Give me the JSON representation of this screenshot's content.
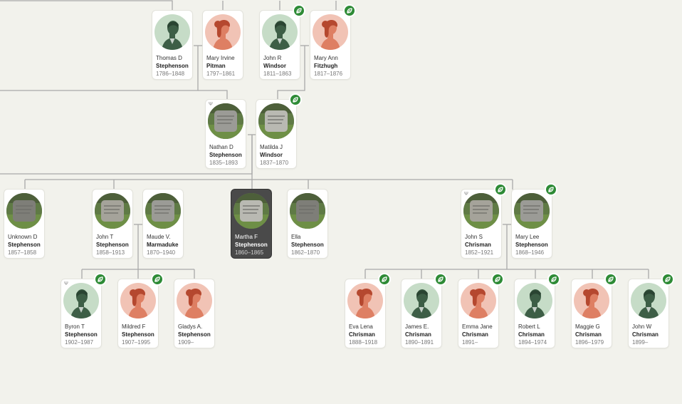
{
  "colors": {
    "background": "#f2f2ec",
    "connector": "#a9a9a9",
    "hint_badge": "#2e8b36",
    "male_portrait_bg": "#c6dcc7",
    "female_portrait_bg": "#f1c3b5",
    "selected_card": "#4a4a4a"
  },
  "people": {
    "thomas": {
      "given": "Thomas D",
      "surname": "Stephenson",
      "dates": "1786–1848",
      "portrait": "male-silhouette-icon"
    },
    "mary_irvine": {
      "given": "Mary Irvine",
      "surname": "Pitman",
      "dates": "1797–1861",
      "portrait": "female-silhouette-icon"
    },
    "john_r": {
      "given": "John R",
      "surname": "Windsor",
      "dates": "1811–1863",
      "portrait": "male-silhouette-icon",
      "hint": true
    },
    "mary_ann": {
      "given": "Mary Ann",
      "surname": "Fitzhugh",
      "dates": "1817–1876",
      "portrait": "female-silhouette-icon",
      "hint": true
    },
    "nathan": {
      "given": "Nathan D",
      "surname": "Stephenson",
      "dates": "1835–1893",
      "portrait": "gravestone-photo",
      "dna": true
    },
    "matilda": {
      "given": "Matilda J",
      "surname": "Windsor",
      "dates": "1837–1870",
      "portrait": "gravestone-photo",
      "hint": true
    },
    "unknown": {
      "given": "Unknown D",
      "surname": "Stephenson",
      "dates": "1857–1858",
      "portrait": "gravestone-photo"
    },
    "john_t": {
      "given": "John T",
      "surname": "Stephenson",
      "dates": "1858–1913",
      "portrait": "gravestone-photo"
    },
    "maude": {
      "given": "Maude V.",
      "surname": "Marmaduke",
      "dates": "1870–1940",
      "portrait": "gravestone-photo"
    },
    "martha": {
      "given": "Martha F",
      "surname": "Stephenson",
      "dates": "1860–1865",
      "portrait": "gravestone-photo",
      "selected": true
    },
    "ella": {
      "given": "Ella",
      "surname": "Stephenson",
      "dates": "1862–1870",
      "portrait": "gravestone-photo"
    },
    "john_s": {
      "given": "John S",
      "surname": "Chrisman",
      "dates": "1852–1921",
      "portrait": "gravestone-photo",
      "hint": true,
      "dna": true
    },
    "mary_lee": {
      "given": "Mary Lee",
      "surname": "Stephenson",
      "dates": "1868–1946",
      "portrait": "gravestone-photo",
      "hint": true
    },
    "byron": {
      "given": "Byron T",
      "surname": "Stephenson",
      "dates": "1902–1987",
      "portrait": "male-silhouette-icon",
      "hint": true,
      "dna": true
    },
    "mildred": {
      "given": "Mildred F",
      "surname": "Stephenson",
      "dates": "1907–1995",
      "portrait": "female-silhouette-icon",
      "hint": true
    },
    "gladys": {
      "given": "Gladys A.",
      "surname": "Stephenson",
      "dates": "1909–",
      "portrait": "female-silhouette-icon"
    },
    "eva": {
      "given": "Eva Lena",
      "surname": "Chrisman",
      "dates": "1888–1918",
      "portrait": "female-silhouette-icon",
      "hint": true
    },
    "james": {
      "given": "James E.",
      "surname": "Chrisman",
      "dates": "1890–1891",
      "portrait": "male-silhouette-icon",
      "hint": true
    },
    "emma": {
      "given": "Emma Jane",
      "surname": "Chrisman",
      "dates": "1891–",
      "portrait": "female-silhouette-icon",
      "hint": true
    },
    "robert": {
      "given": "Robert L",
      "surname": "Chrisman",
      "dates": "1894–1974",
      "portrait": "male-silhouette-icon",
      "hint": true
    },
    "maggie": {
      "given": "Maggie G",
      "surname": "Chrisman",
      "dates": "1896–1979",
      "portrait": "female-silhouette-icon",
      "hint": true
    },
    "john_w": {
      "given": "John W",
      "surname": "Chrisman",
      "dates": "1899–",
      "portrait": "male-silhouette-icon",
      "hint": true
    }
  }
}
